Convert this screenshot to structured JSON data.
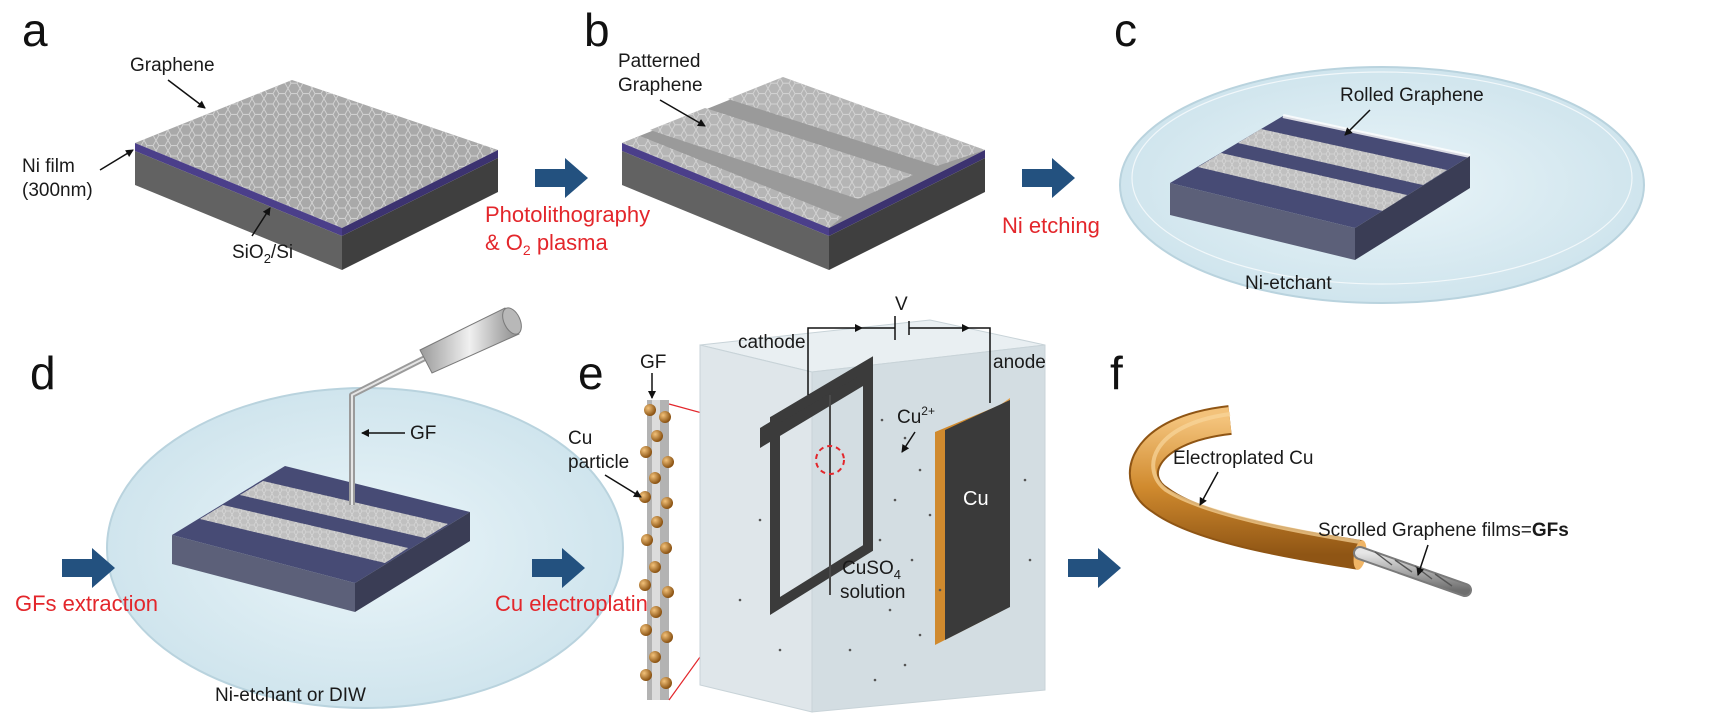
{
  "panels": {
    "a": {
      "letter": "a",
      "graphene": "Graphene",
      "ni_film": "Ni film",
      "ni_thickness": "(300nm)",
      "substrate_pre": "SiO",
      "substrate_sub": "2",
      "substrate_post": "/Si"
    },
    "b": {
      "letter": "b",
      "patterned_1": "Patterned",
      "patterned_2": "Graphene"
    },
    "c": {
      "letter": "c",
      "rolled": "Rolled Graphene",
      "etchant": "Ni-etchant"
    },
    "d": {
      "letter": "d",
      "gf": "GF",
      "etchant": "Ni-etchant or DIW"
    },
    "e": {
      "letter": "e",
      "gf": "GF",
      "cu_particle_1": "Cu",
      "cu_particle_2": "particle",
      "cathode": "cathode",
      "v": "V",
      "anode": "anode",
      "cu_ion": "Cu",
      "cu_ion_sup": "2+",
      "cu_electrode": "Cu",
      "solution_1_pre": "CuSO",
      "solution_1_sub": "4",
      "solution_2": "solution"
    },
    "f": {
      "letter": "f",
      "electroplated": "Electroplated Cu",
      "scrolled_pre": "Scrolled Graphene films=",
      "scrolled_bold": "GFs"
    }
  },
  "steps": {
    "photo_1": "Photolithography",
    "photo_2_pre": "& O",
    "photo_2_sub": "2",
    "photo_2_post": " plasma",
    "ni_etching": "Ni etching",
    "gfs_extraction": "GFs extraction",
    "cu_electroplating": "Cu electroplating"
  },
  "colors": {
    "step_text": "#e3262b",
    "arrow": "#23517f",
    "graphene_top": "#a7a7a7",
    "ni_layer": "#4b3f8a",
    "substrate": "#5f5f5f",
    "dish": "#d9ecf3",
    "chip_dark": "#3b3f66",
    "copper": "#d08a2e"
  }
}
